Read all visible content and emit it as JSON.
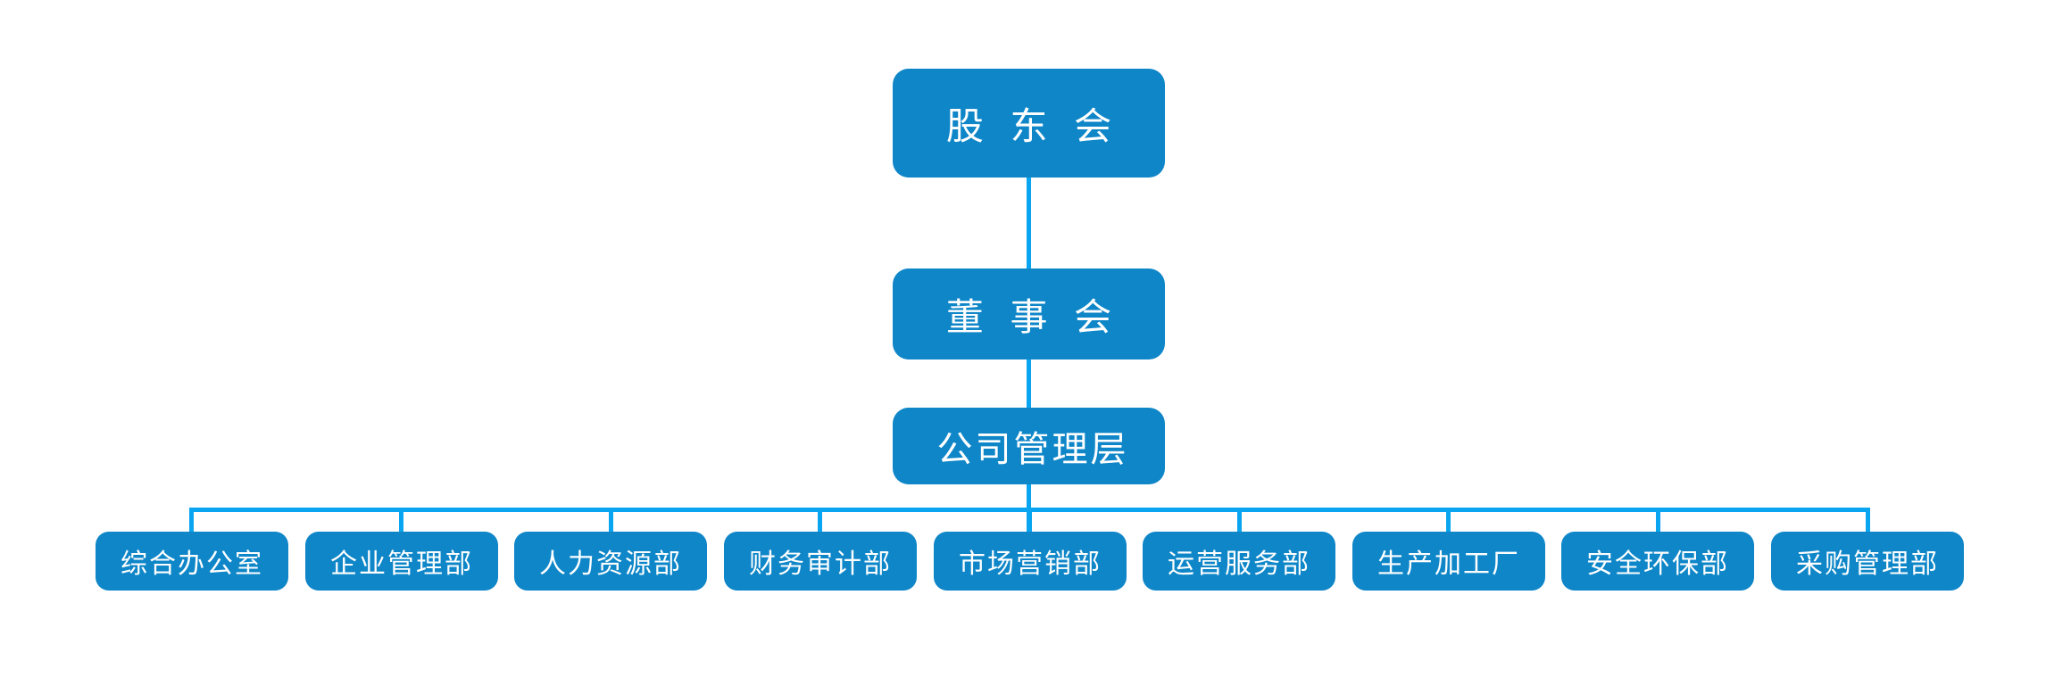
{
  "chart": {
    "type": "org-chart",
    "levels": [
      {
        "id": "shareholders",
        "label": "股 东 会"
      },
      {
        "id": "board",
        "label": "董 事 会"
      },
      {
        "id": "management",
        "label": "公司管理层"
      }
    ],
    "departments": [
      {
        "label": "综合办公室"
      },
      {
        "label": "企业管理部"
      },
      {
        "label": "人力资源部"
      },
      {
        "label": "财务审计部"
      },
      {
        "label": "市场营销部"
      },
      {
        "label": "运营服务部"
      },
      {
        "label": "生产加工厂"
      },
      {
        "label": "安全环保部"
      },
      {
        "label": "采购管理部"
      }
    ],
    "colors": {
      "node_fill": "#0e86c8",
      "connector": "#0aa5f0",
      "text": "#ffffff",
      "background": "#ffffff"
    }
  }
}
